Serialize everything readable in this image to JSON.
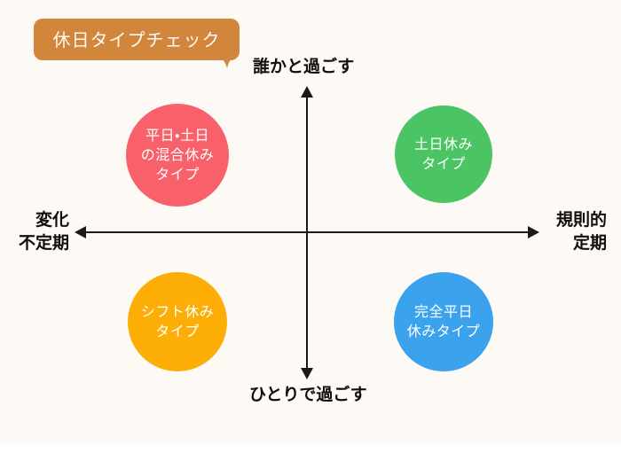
{
  "title": {
    "label": "休日タイプチェック",
    "bubble_color": "#d2863c",
    "text_color": "#fdfaf6"
  },
  "background": {
    "field_color": "#fdfaf6",
    "page_color": "#ffffff"
  },
  "chart_data": {
    "type": "scatter",
    "title": "休日タイプチェック",
    "axes": {
      "vertical": {
        "top_label": "誰かと過ごす",
        "bottom_label": "ひとりで過ごす"
      },
      "horizontal": {
        "left_label_line1": "変化",
        "left_label_line2": "不定期",
        "right_label_line1": "規則的",
        "right_label_line2": "定期"
      },
      "color": "#1a1a1a",
      "grid": false,
      "arrowheads": [
        "up",
        "down",
        "left",
        "right"
      ]
    },
    "legend": "none",
    "points": [
      {
        "id": "mixed",
        "quadrant": "top-left",
        "x": -1,
        "y": 1,
        "color": "#f8606a",
        "lines": [
          "平日・土日",
          "の混合休み",
          "タイプ"
        ],
        "full_label": "平日・土日の混合休みタイプ"
      },
      {
        "id": "weekend",
        "quadrant": "top-right",
        "x": 1,
        "y": 1,
        "color": "#4bc464",
        "lines": [
          "土日休み",
          "タイプ"
        ],
        "full_label": "土日休みタイプ"
      },
      {
        "id": "shift",
        "quadrant": "bottom-left",
        "x": -1,
        "y": -1,
        "color": "#fcae07",
        "lines": [
          "シフト休み",
          "タイプ"
        ],
        "full_label": "シフト休みタイプ"
      },
      {
        "id": "weekday",
        "quadrant": "bottom-right",
        "x": 1,
        "y": -1,
        "color": "#3ba2ee",
        "lines": [
          "完全平日",
          "休みタイプ"
        ],
        "full_label": "完全平日休みタイプ"
      }
    ]
  }
}
